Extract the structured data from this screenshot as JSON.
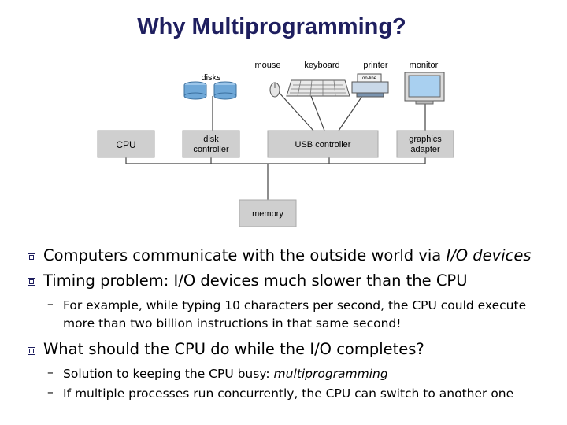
{
  "title": "Why Multiprogramming?",
  "diagram": {
    "labels": {
      "disks": "disks",
      "mouse": "mouse",
      "keyboard": "keyboard",
      "printer": "printer",
      "monitor": "monitor",
      "online": "on-line",
      "cpu": "CPU",
      "disk_controller_1": "disk",
      "disk_controller_2": "controller",
      "usb_controller": "USB controller",
      "graphics_adapter_1": "graphics",
      "graphics_adapter_2": "adapter",
      "memory": "memory"
    },
    "colors": {
      "box_fill": "#cfcfcf",
      "disk_fill": "#6fa8d8",
      "line": "#444444"
    }
  },
  "bullets": {
    "b1_pre": "Computers communicate with the outside world via ",
    "b1_em": "I/O devices",
    "b2": "Timing problem: I/O devices much slower than the CPU",
    "b2_sub_line1": "For example, while typing 10 characters per second, the CPU could execute",
    "b2_sub_line2": "more than two billion instructions in that same second!",
    "b3": "What should the CPU do while the I/O completes?",
    "b3_sub1_pre": "Solution to keeping the CPU busy: ",
    "b3_sub1_em": "multiprogramming",
    "b3_sub2": "If multiple processes run concurrently, the CPU can switch to another one",
    "dash": "–"
  }
}
